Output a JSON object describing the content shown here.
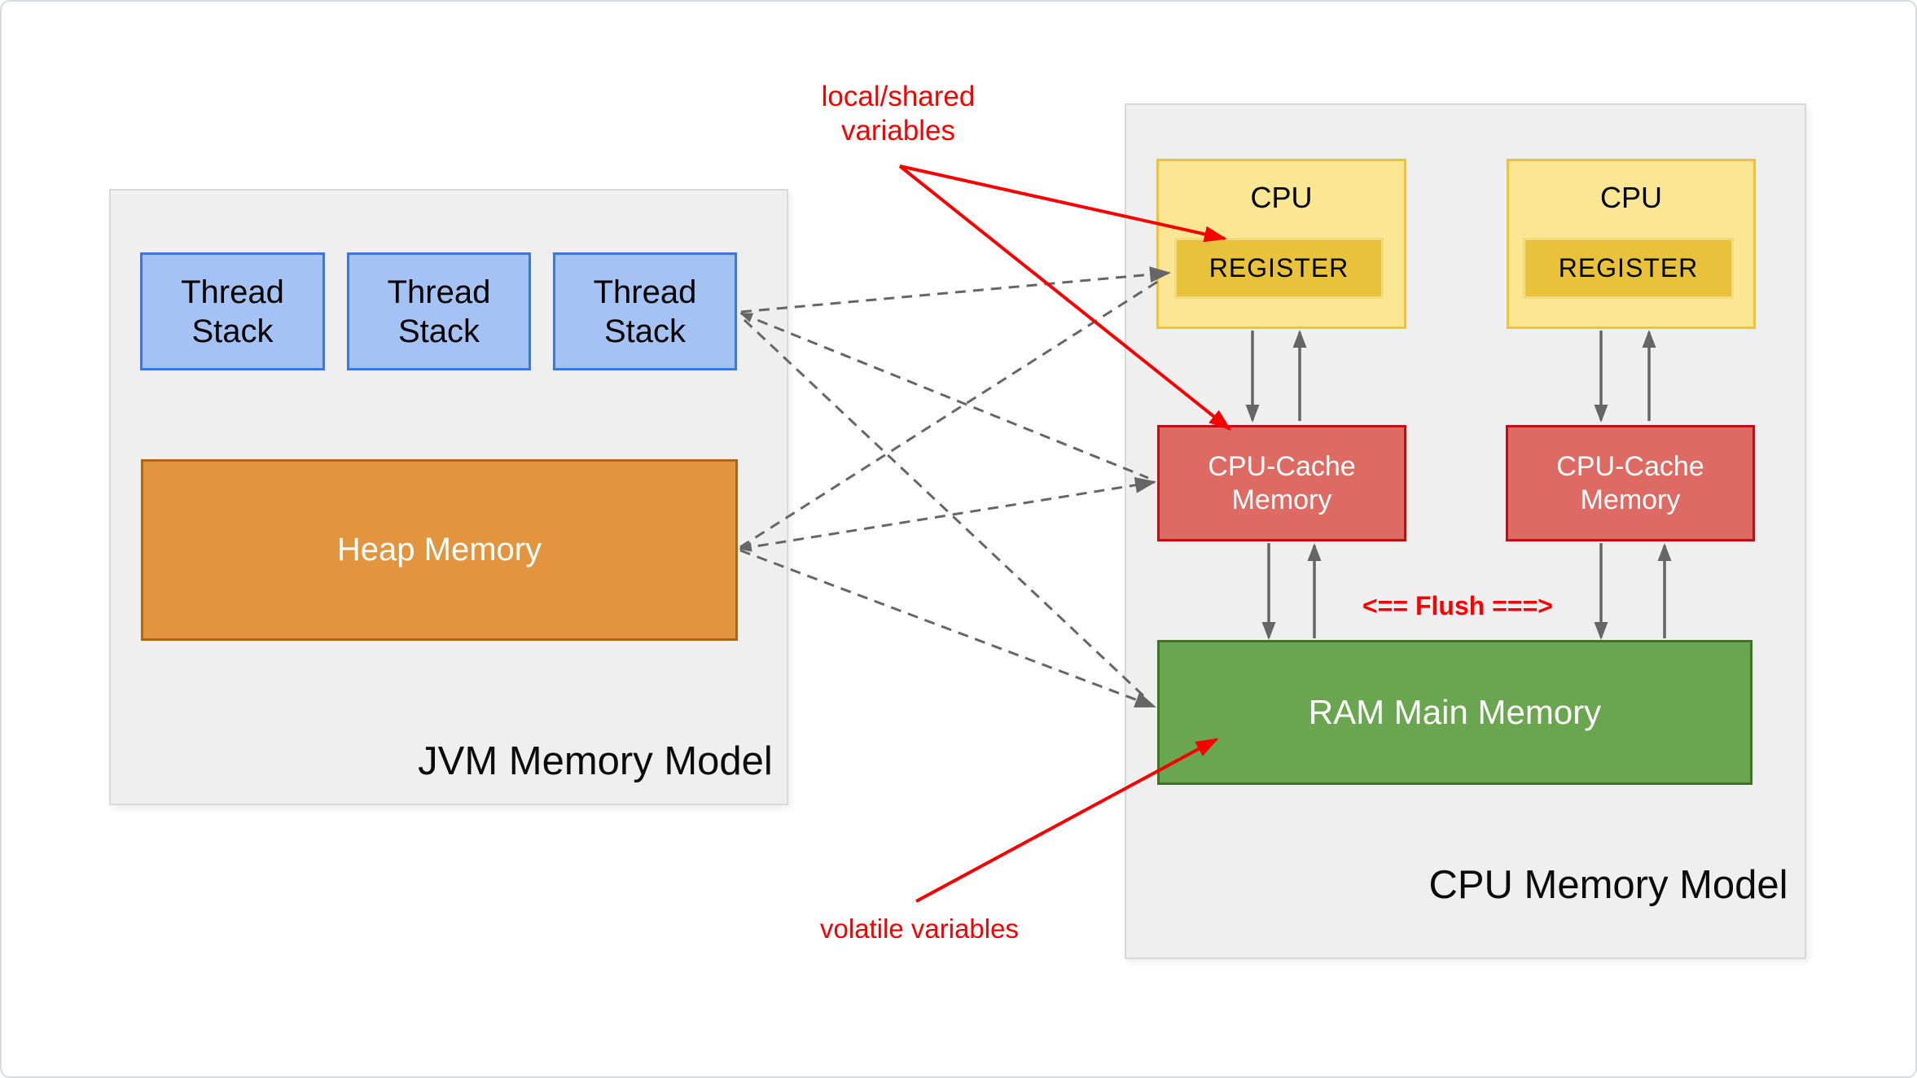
{
  "jvm_panel": {
    "title": "JVM Memory Model",
    "thread_stacks": [
      {
        "label": "Thread\nStack"
      },
      {
        "label": "Thread\nStack"
      },
      {
        "label": "Thread\nStack"
      }
    ],
    "heap": {
      "label": "Heap Memory"
    }
  },
  "cpu_panel": {
    "title": "CPU Memory Model",
    "cpus": [
      {
        "label": "CPU",
        "register": "REGISTER"
      },
      {
        "label": "CPU",
        "register": "REGISTER"
      }
    ],
    "caches": [
      {
        "label": "CPU-Cache\nMemory"
      },
      {
        "label": "CPU-Cache\nMemory"
      }
    ],
    "ram": {
      "label": "RAM Main Memory"
    },
    "flush_annotation": "<== Flush ===>"
  },
  "annotations": {
    "local_shared_variables": "local/shared\nvariables",
    "volatile_variables": "volatile variables"
  },
  "colors": {
    "panel_fill": "#efefef",
    "panel_border": "#d9d9d9",
    "thread_stack_fill": "#a4c2f4",
    "thread_stack_border": "#3c78d8",
    "heap_fill": "#e2943e",
    "heap_border": "#ad661a",
    "cpu_fill": "#fbe693",
    "cpu_border": "#f0c234",
    "register_fill": "#e8c23b",
    "register_border": "#f3db82",
    "cache_fill": "#dd6a63",
    "cache_border": "#c00f0f",
    "ram_fill": "#6aa550",
    "ram_border": "#3f7420",
    "arrow_gray": "#666666",
    "annotation_red": "#f80000"
  }
}
